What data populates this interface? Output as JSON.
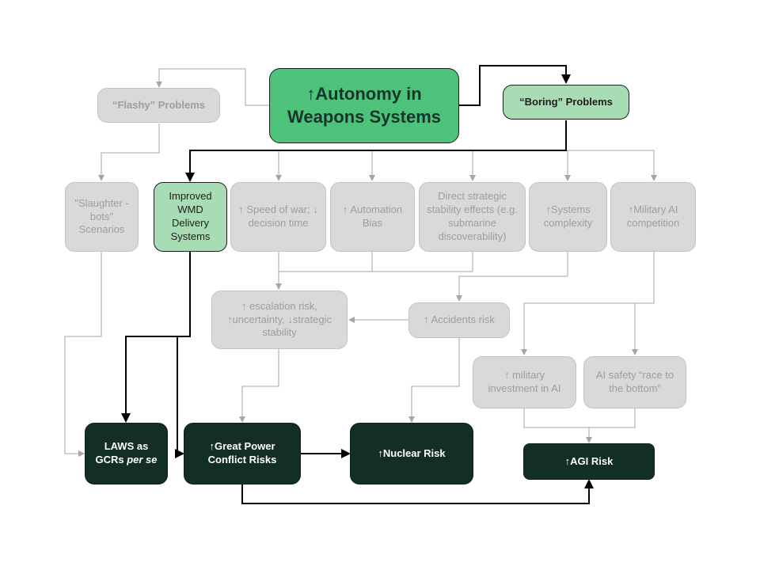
{
  "nodes": {
    "autonomy": "↑Autonomy in Weapons Systems",
    "flashy": "“Flashy” Problems",
    "boring": "“Boring” Problems",
    "slaughterbots": "\"Slaughter -bots\" Scenarios",
    "wmd": "Improved WMD Delivery Systems",
    "speed": "↑ Speed of war; ↓ decision time",
    "automation_bias": "↑ Automation Bias",
    "strategic": "Direct strategic stability effects (e.g. submarine discoverability)",
    "systems_complexity": "↑Systems complexity",
    "military_ai": "↑Military AI competition",
    "escalation": "↑ escalation risk, ↑uncertainty, ↓strategic stability",
    "accidents": "↑ Accidents risk",
    "investment": "↑ military investment in AI",
    "race": "AI safety “race to the bottom”",
    "laws_pre": "LAWS as GCRs ",
    "laws_em": "per se",
    "great_power": "↑Great Power Conflict Risks",
    "nuclear": "↑Nuclear Risk",
    "agi": "↑AGI Risk"
  },
  "colors": {
    "main_green": "#4dc27a",
    "light_green": "#a8dcb4",
    "dark_green": "#132e27",
    "gray_box": "#d9d9d9",
    "gray_text": "#9e9e9e",
    "gray_line": "#a6a6a6",
    "black_line": "#000000"
  }
}
